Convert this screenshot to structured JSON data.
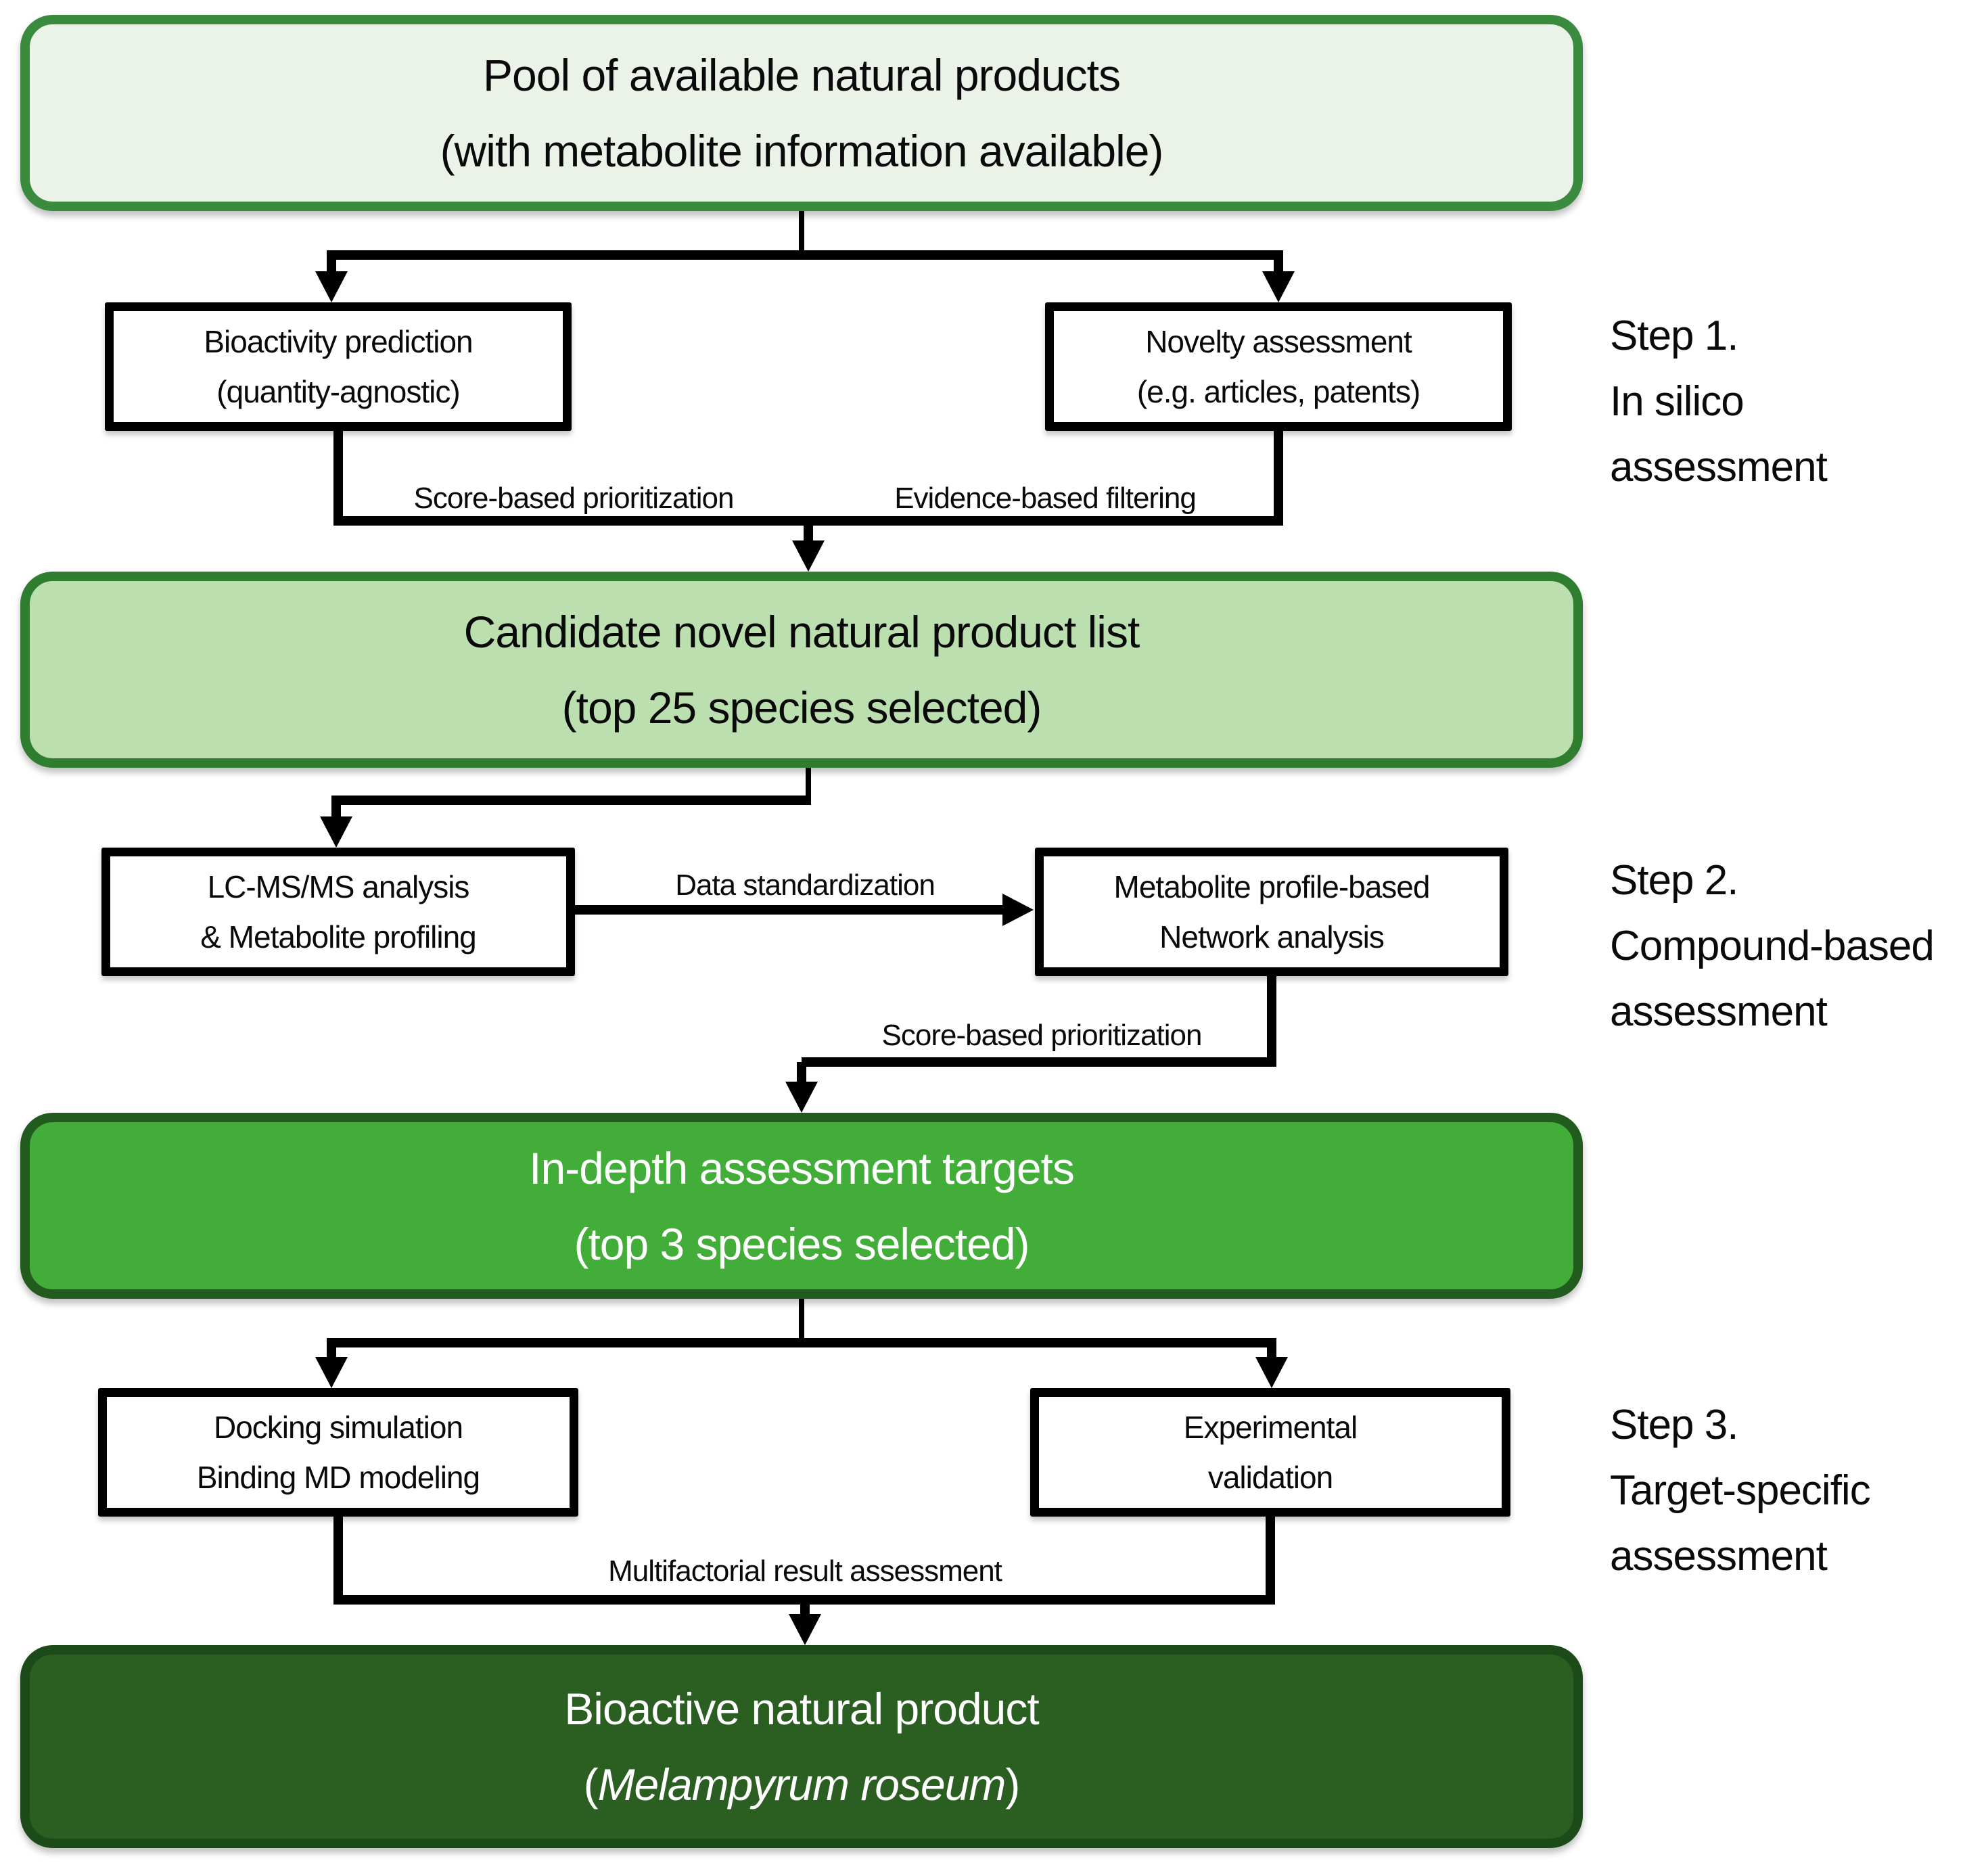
{
  "nodes": {
    "pool": {
      "line1": "Pool of available natural products",
      "line2": "(with metabolite information available)"
    },
    "bioactivity": {
      "line1": "Bioactivity prediction",
      "line2": "(quantity-agnostic)"
    },
    "novelty": {
      "line1": "Novelty assessment",
      "line2": "(e.g. articles, patents)"
    },
    "candidate": {
      "line1": "Candidate novel natural product list",
      "line2": "(top 25 species selected)"
    },
    "lcms": {
      "line1": "LC-MS/MS analysis",
      "line2": "& Metabolite profiling"
    },
    "network": {
      "line1": "Metabolite profile-based",
      "line2": "Network analysis"
    },
    "indepth": {
      "line1": "In-depth assessment targets",
      "line2": "(top 3 species selected)"
    },
    "docking": {
      "line1": "Docking simulation",
      "line2": "Binding MD modeling"
    },
    "experimental": {
      "line1": "Experimental",
      "line2": "validation"
    },
    "bioactive": {
      "line1": "Bioactive natural product",
      "paren_open": "(",
      "species": "Melampyrum roseum",
      "paren_close": ")"
    }
  },
  "edge_labels": {
    "score_based_1": "Score-based prioritization",
    "evidence_filtering": "Evidence-based filtering",
    "data_standardization": "Data standardization",
    "score_based_2": "Score-based prioritization",
    "multifactorial": "Multifactorial result assessment"
  },
  "steps": [
    {
      "title": "Step 1.",
      "line2": "In silico",
      "line3": "assessment"
    },
    {
      "title": "Step 2.",
      "line2": "Compound-based",
      "line3": "assessment"
    },
    {
      "title": "Step 3.",
      "line2": "Target-specific",
      "line3": "assessment"
    }
  ],
  "colors": {
    "pool_fill": "#ebf3e9",
    "pool_border": "#3a8b3d",
    "candidate_fill": "#bcdfb0",
    "candidate_border": "#2f7d2f",
    "indepth_fill": "#43ad3a",
    "indepth_border": "#215c1e",
    "bioactive_fill": "#2b5e21",
    "bioactive_border": "#1c4a18",
    "connector": "#000000",
    "text_dark": "#0a0a0a",
    "text_light": "#ffffff"
  }
}
